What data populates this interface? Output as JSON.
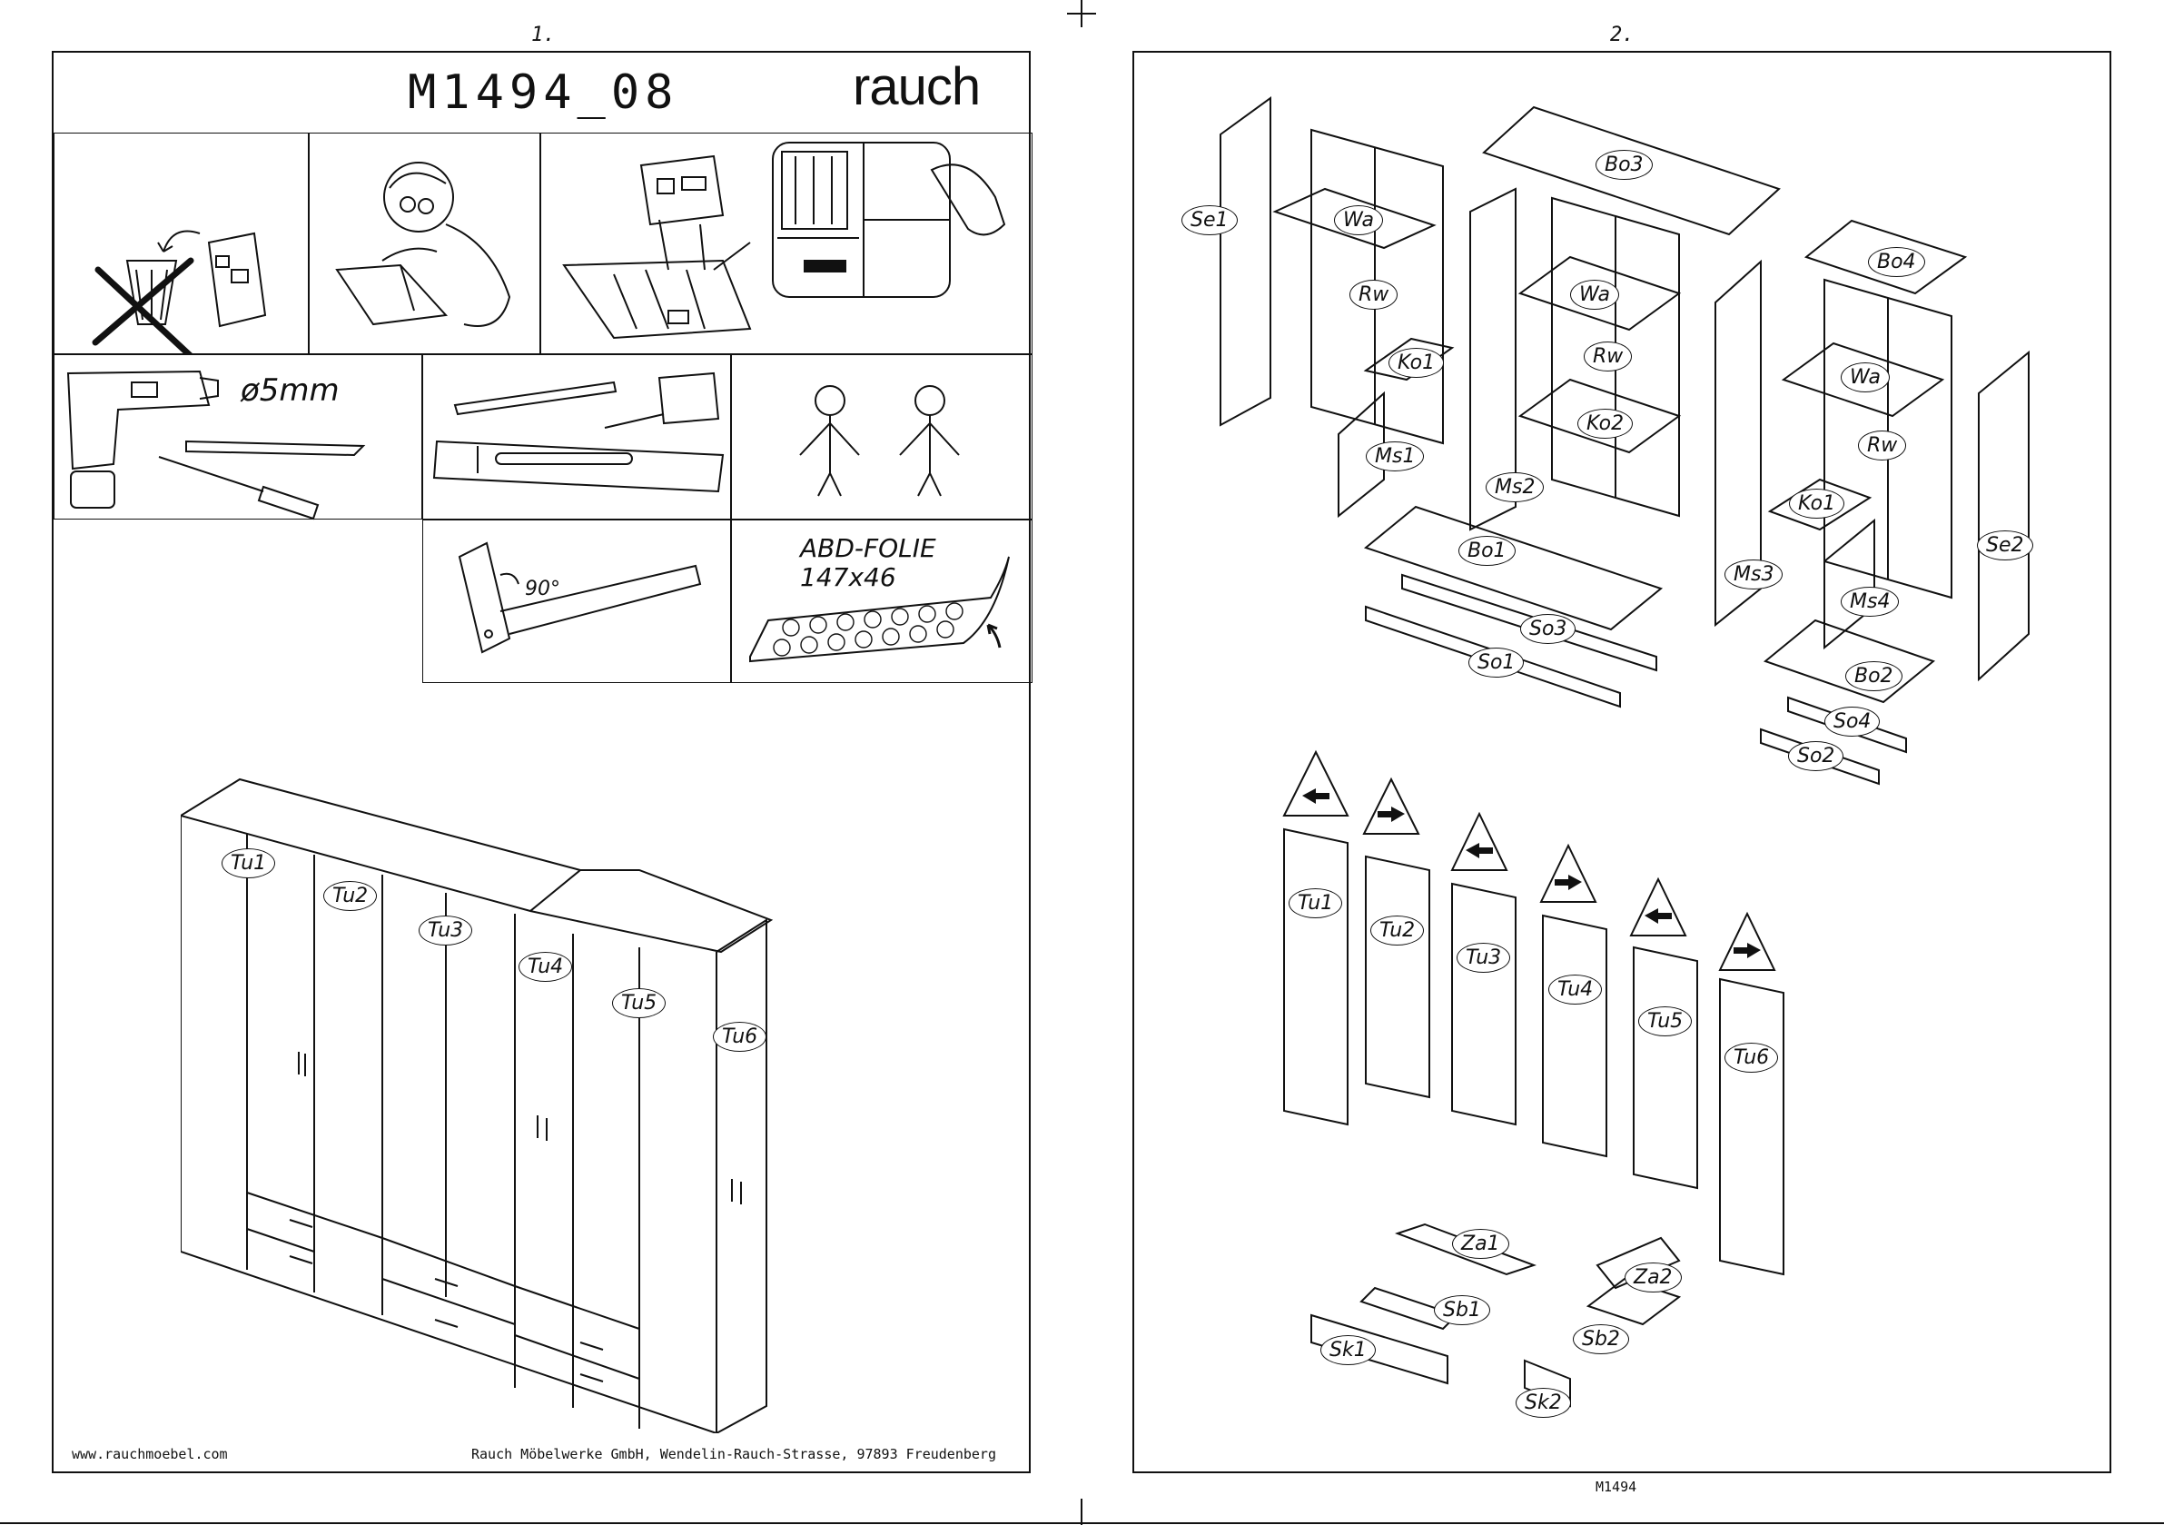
{
  "pages": {
    "left_number": "1.",
    "right_number": "2.",
    "model_code": "M1494_08",
    "brand": "rauch",
    "drill_size": "ø5mm",
    "square_angle": "90°",
    "foil_label_line1": "ABD-FOLIE",
    "foil_label_line2": "147x46",
    "website": "www.rauchmoebel.com",
    "company_address": "Rauch Möbelwerke GmbH, Wendelin-Rauch-Strasse, 97893 Freudenberg",
    "footer_code": "M1494"
  },
  "wardrobe_doors": [
    "Tu1",
    "Tu2",
    "Tu3",
    "Tu4",
    "Tu5",
    "Tu6"
  ],
  "parts": {
    "Se1": "Se1",
    "Wa1": "Wa",
    "Rw1": "Rw",
    "Ko1a": "Ko1",
    "Ms1": "Ms1",
    "Ms2": "Ms2",
    "Bo3": "Bo3",
    "Wa2": "Wa",
    "Rw2": "Rw",
    "Ko2": "Ko2",
    "Bo1": "Bo1",
    "So3": "So3",
    "So1": "So1",
    "Ms3": "Ms3",
    "Bo4": "Bo4",
    "Wa3": "Wa",
    "Rw3": "Rw",
    "Ko1b": "Ko1",
    "Ms4": "Ms4",
    "Se2": "Se2",
    "Bo2": "Bo2",
    "So4": "So4",
    "So2": "So2",
    "Za1": "Za1",
    "Sb1": "Sb1",
    "Sk1": "Sk1",
    "Za2": "Za2",
    "Sb2": "Sb2",
    "Sk2": "Sk2"
  },
  "door_parts": [
    "Tu1",
    "Tu2",
    "Tu3",
    "Tu4",
    "Tu5",
    "Tu6"
  ],
  "door_arrows": [
    "left-arrow-icon",
    "right-arrow-icon",
    "left-arrow-icon",
    "right-arrow-icon",
    "left-arrow-icon",
    "right-arrow-icon"
  ]
}
